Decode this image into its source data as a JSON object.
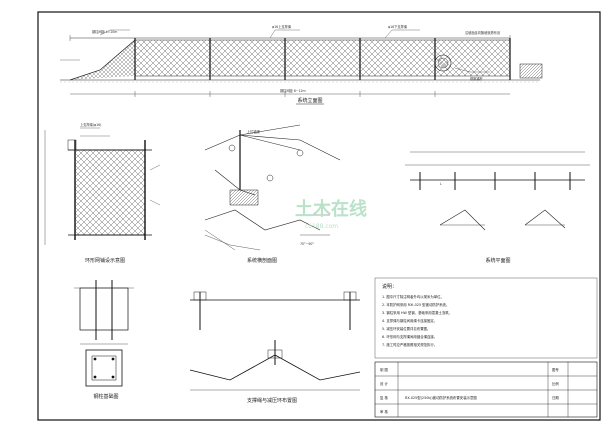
{
  "captions": {
    "elevation": "系统立面图",
    "mesh_install": "环形网铺设示意图",
    "system_section": "系统横剖面图",
    "plan": "系统平面图",
    "foundation": "钢柱基础图",
    "strut": "支撑绳与减压环布置图"
  },
  "labels": {
    "slope": "钢柱间距 L=10m",
    "top_cable": "φ16上支撑绳",
    "bottom_cable": "φ16下支撑绳",
    "right_note": "沿坡面走向随坡就势布设",
    "anchor": "基座锚杆",
    "span": "钢柱间距 8~12m",
    "top_rope": "上支撑绳(φ16)",
    "support": "上拉锚绳",
    "angle": "70°~90°",
    "plan_span": "L"
  },
  "notes": {
    "heading": "说明：",
    "items": [
      "1. 图中尺寸除注明者外均以毫米为单位。",
      "2. 本防护网采用 RXI-025 型被动防护系统。",
      "3. 钢柱采用 HW 型钢，基础采用混凝土浇筑。",
      "4. 支撑绳与钢柱间用绳卡连接固定。",
      "5. 减压环安装位置详见布置图。",
      "6. 环形网与支撑绳间用缝合绳连接。",
      "7. 施工时应严格按照相关规范执行。"
    ]
  },
  "title_block": {
    "draw": "制 图",
    "design": "设 计",
    "check": "复 核",
    "approve": "审 核",
    "title": "RX-025型(250kJ)被动防护系统布置安装示意图",
    "scale": "比例",
    "date": "日期",
    "sheet": "图号"
  },
  "watermark": {
    "text": "土木在线",
    "url": "co188.com"
  }
}
